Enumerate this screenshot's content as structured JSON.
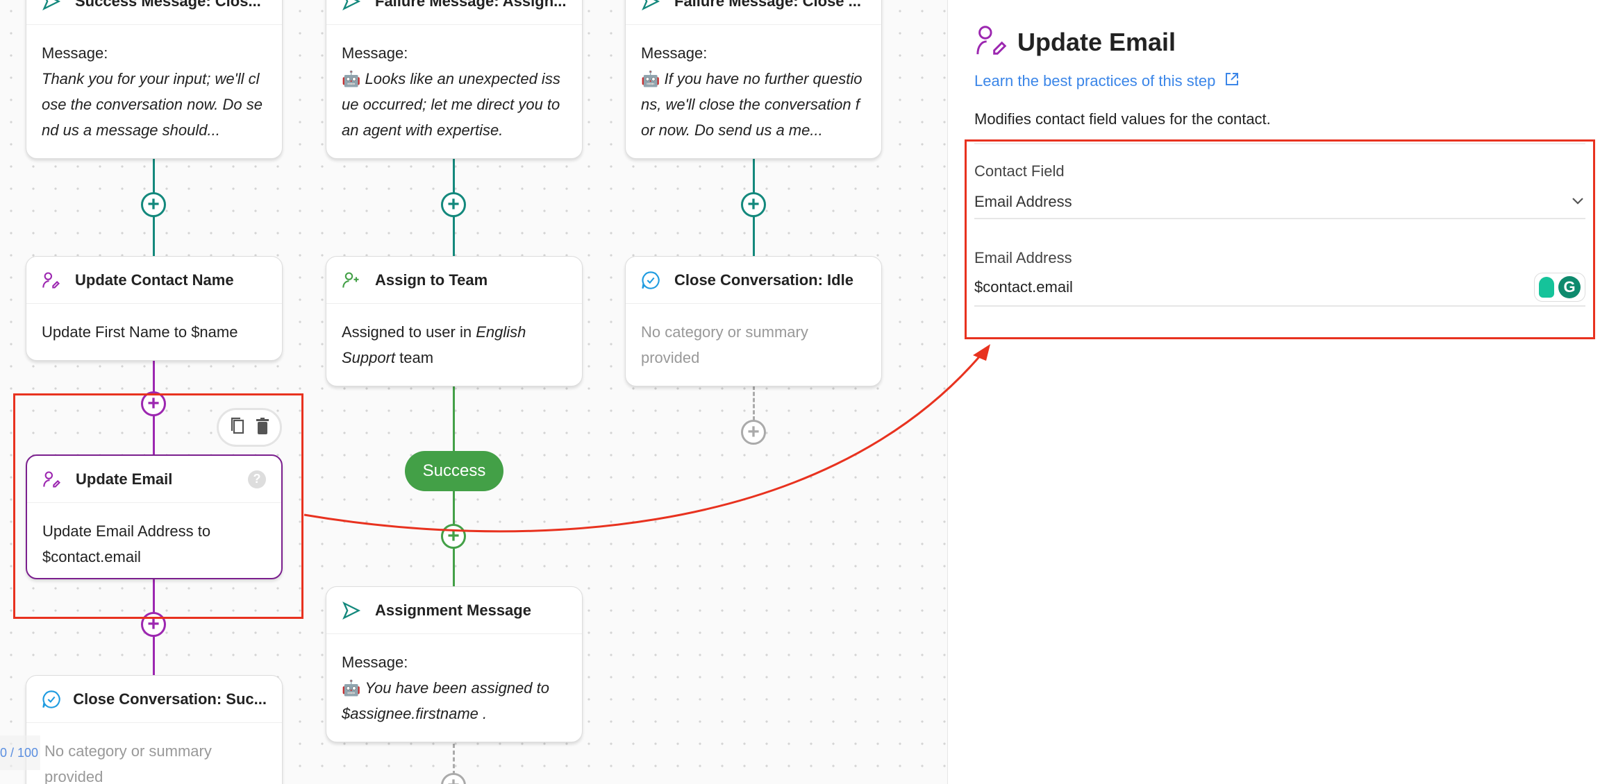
{
  "canvas": {
    "top_cards": [
      {
        "title": "Success Message: Clos...",
        "label": "Message:",
        "body": "Thank you for your input; we'll close the conversation now. Do send us a message should...",
        "emoji": ""
      },
      {
        "title": "Failure Message: Assign...",
        "label": "Message:",
        "body": "Looks like an unexpected issue occurred; let me direct you to an agent with expertise.",
        "emoji": "🤖"
      },
      {
        "title": "Failure Message: Close ...",
        "label": "Message:",
        "body": "If you have no further questions, we'll close the conversation for now. Do send us a me...",
        "emoji": "🤖"
      }
    ],
    "update_contact_name": {
      "title": "Update Contact Name",
      "body": "Update First Name to $name"
    },
    "assign_to_team": {
      "title": "Assign to Team",
      "body_prefix": "Assigned to user in ",
      "body_team": "English Support",
      "body_suffix": " team"
    },
    "close_idle": {
      "title": "Close Conversation: Idle",
      "body": "No category or summary provided"
    },
    "update_email": {
      "title": "Update Email",
      "body": "Update Email Address to $contact.email"
    },
    "success_badge": "Success",
    "assignment_message": {
      "title": "Assignment Message",
      "label": "Message:",
      "emoji": "🤖",
      "body": "You have been assigned to $assignee.firstname ."
    },
    "close_success": {
      "title": "Close Conversation: Suc...",
      "body": "No category or summary provided"
    },
    "counter": "0 / 100",
    "colors": {
      "teal": "#13887c",
      "purple": "#9c27b0",
      "green": "#43a047",
      "annotation": "#e8321f"
    }
  },
  "panel": {
    "title": "Update Email",
    "learn_link": "Learn the best practices of this step",
    "description": "Modifies contact field values for the contact.",
    "contact_field_label": "Contact Field",
    "contact_field_value": "Email Address",
    "email_label": "Email Address",
    "email_value": "$contact.email"
  }
}
